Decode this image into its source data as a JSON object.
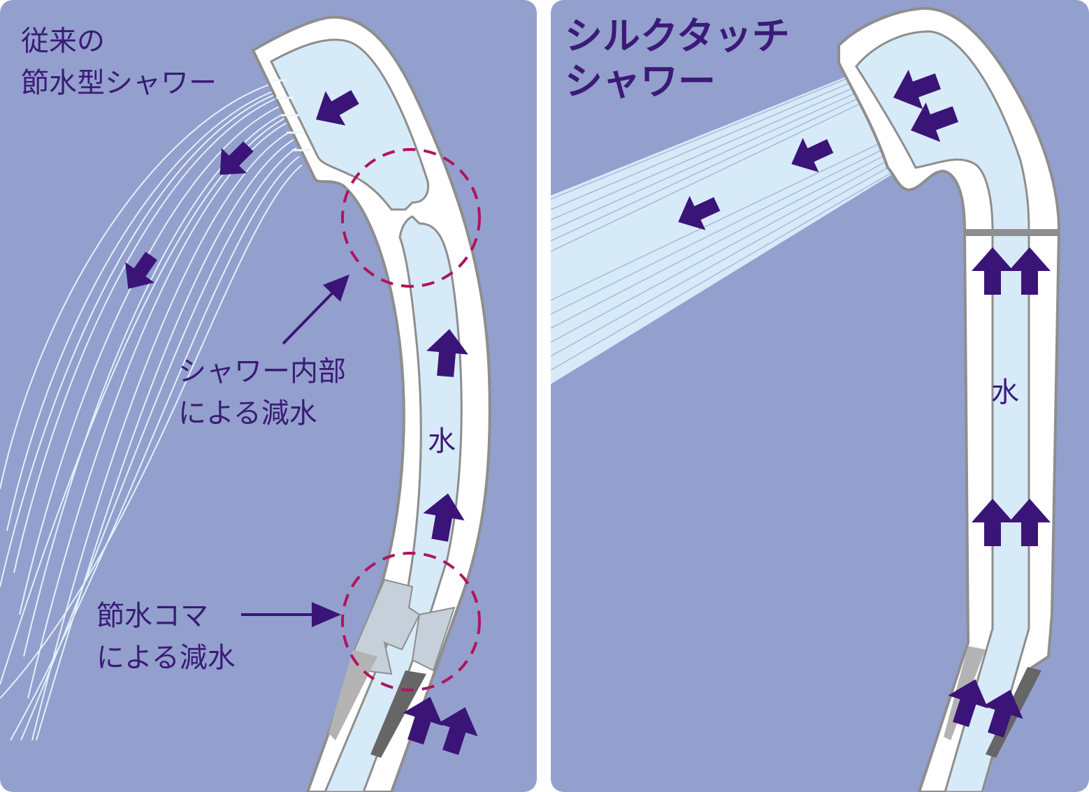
{
  "colors": {
    "background": "#93a0cd",
    "arrow": "#3b1478",
    "dashed_circle": "#b0145e",
    "water": "#d7eaf8",
    "outline": "#8e8e8e"
  },
  "left_panel": {
    "title_line1": "従来の",
    "title_line2": "節水型シャワー",
    "callout_internal_line1": "シャワー内部",
    "callout_internal_line2": "による減水",
    "callout_koma_line1": "節水コマ",
    "callout_koma_line2": "による減水",
    "water_label": "水"
  },
  "right_panel": {
    "title_line1": "シルクタッチ",
    "title_line2": "シャワー",
    "water_label": "水"
  }
}
